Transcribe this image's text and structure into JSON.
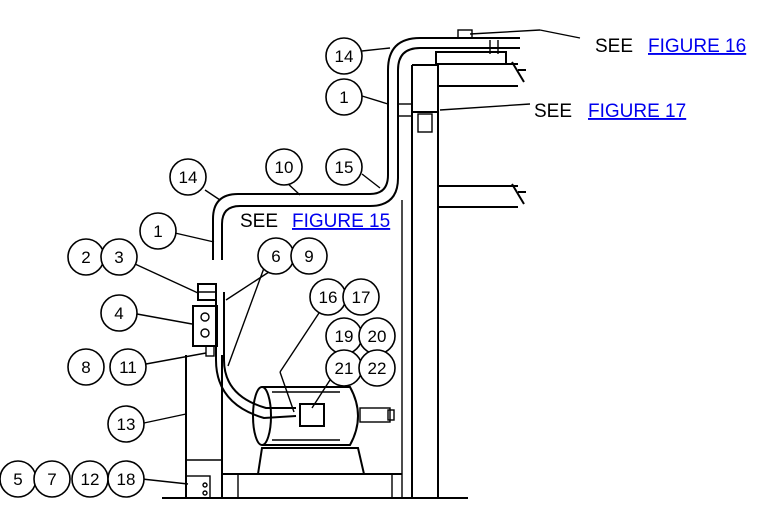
{
  "references": [
    {
      "id": "fig16",
      "see": "SEE",
      "figure": "FIGURE 16"
    },
    {
      "id": "fig17",
      "see": "SEE",
      "figure": "FIGURE 17"
    },
    {
      "id": "fig15",
      "see": "SEE",
      "figure": "FIGURE 15"
    }
  ],
  "balloons": [
    "14",
    "1",
    "14",
    "10",
    "15",
    "1",
    "2",
    "3",
    "6",
    "9",
    "4",
    "16",
    "17",
    "19",
    "20",
    "8",
    "11",
    "21",
    "22",
    "13",
    "5",
    "7",
    "12",
    "18"
  ]
}
